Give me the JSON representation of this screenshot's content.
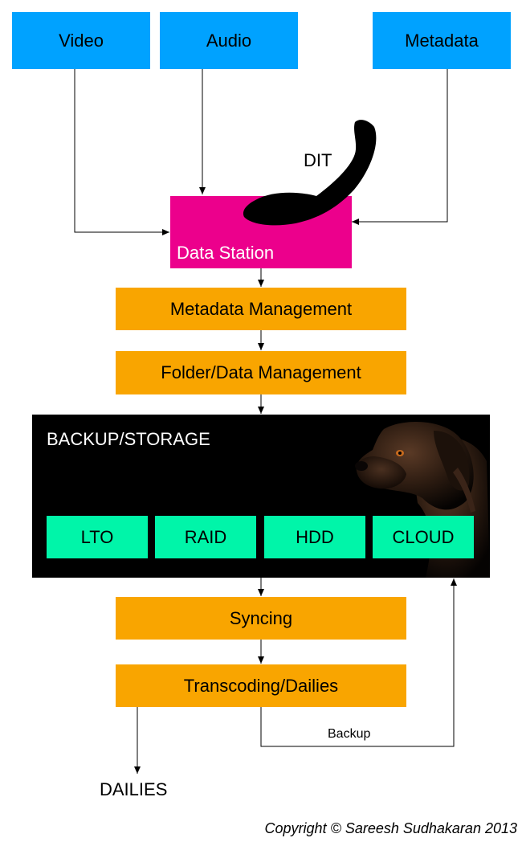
{
  "sources": {
    "video": "Video",
    "audio": "Audio",
    "metadata": "Metadata"
  },
  "dit_label": "DIT",
  "data_station": "Data Station",
  "steps": {
    "metadata_management": "Metadata Management",
    "folder_data_management": "Folder/Data Management",
    "syncing": "Syncing",
    "transcoding_dailies": "Transcoding/Dailies"
  },
  "backup_storage": {
    "title": "BACKUP/STORAGE",
    "media": [
      "LTO",
      "RAID",
      "HDD",
      "CLOUD"
    ]
  },
  "backup_label": "Backup",
  "dailies_label": "DAILIES",
  "copyright": "Copyright © Sareesh Sudhakaran 2013",
  "colors": {
    "source_blue": "#00a2ff",
    "data_station_magenta": "#ec008c",
    "step_orange": "#f9a500",
    "media_green": "#00f5a9",
    "storage_black": "#000000"
  },
  "icons": [
    "telephone-handset-icon",
    "dog-photo"
  ]
}
